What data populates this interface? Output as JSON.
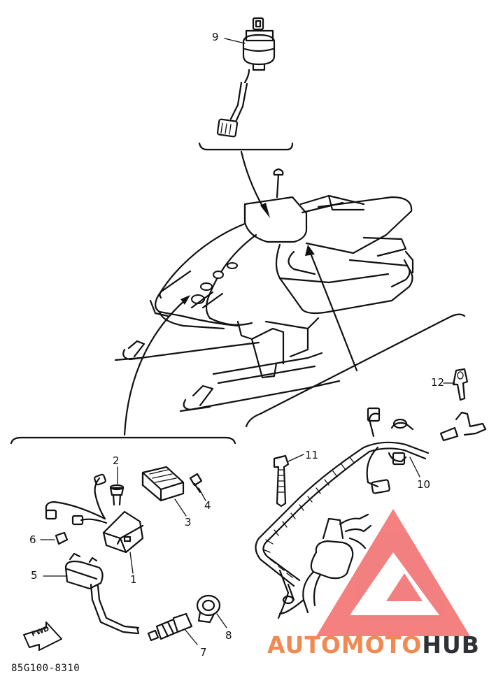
{
  "diagram": {
    "document_code": "85G100-8310",
    "callouts": [
      "1",
      "2",
      "3",
      "4",
      "5",
      "6",
      "7",
      "8",
      "9",
      "10",
      "11",
      "12"
    ],
    "forward_arrow_label": "FWD",
    "watermark": {
      "part1": "AUTO",
      "part2": "MOTO",
      "part3": "HUB",
      "color_primary": "#f08a52",
      "color_secondary": "#2f3136",
      "logo_color": "#f26a6a"
    }
  }
}
